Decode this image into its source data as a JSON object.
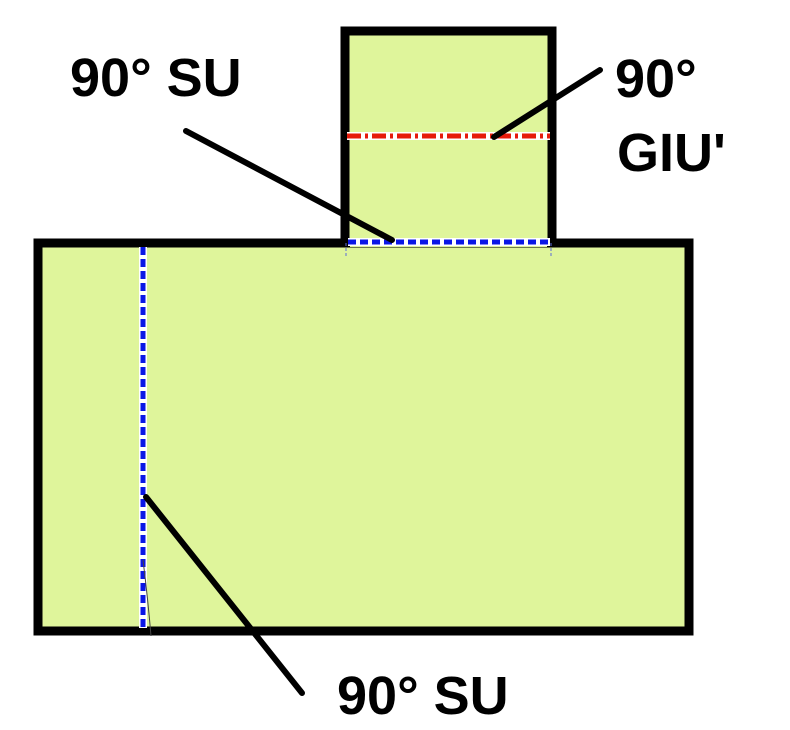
{
  "colors": {
    "fill": "#dff59b",
    "outline": "#000000",
    "fold_up": "#0a17e6",
    "fold_down": "#e61a0a",
    "leader": "#000000"
  },
  "labels": {
    "top_left": "90° SU",
    "top_right_line1": "90°",
    "top_right_line2": "GIU'",
    "bottom": "90° SU"
  }
}
